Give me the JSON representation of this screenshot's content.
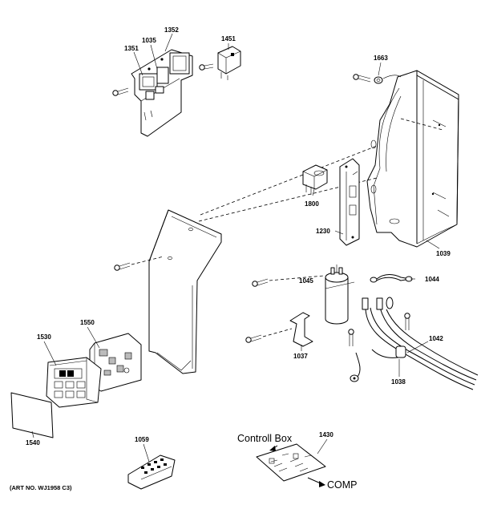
{
  "diagram": {
    "part_labels": {
      "p1035": "1035",
      "p1352": "1352",
      "p1351": "1351",
      "p1451": "1451",
      "p1663": "1663",
      "p1800": "1800",
      "p1230": "1230",
      "p1039": "1039",
      "p1045": "1045",
      "p1044": "1044",
      "p1550": "1550",
      "p1530": "1530",
      "p1037": "1037",
      "p1042": "1042",
      "p1038": "1038",
      "p1540": "1540",
      "p1059": "1059",
      "p1430": "1430"
    },
    "controll_box_label": "Controll Box",
    "comp_label": "COMP",
    "art_number": "(ART NO. WJ1958 C3)"
  }
}
